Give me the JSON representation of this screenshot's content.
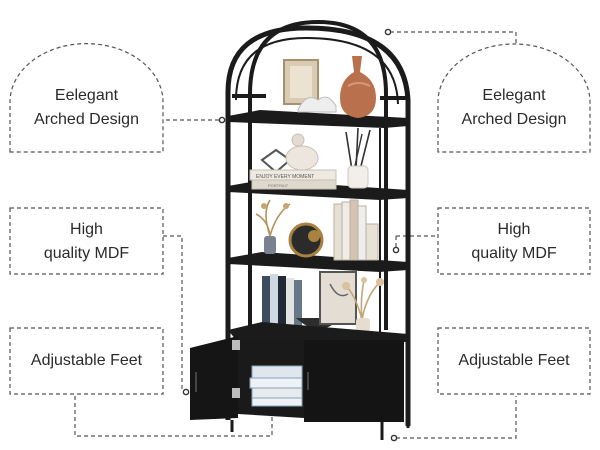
{
  "callouts": {
    "left_top": {
      "line1": "Eelegant",
      "line2": "Arched Design"
    },
    "right_top": {
      "line1": "Eelegant",
      "line2": "Arched Design"
    },
    "left_mid": {
      "line1": "High",
      "line2": "quality MDF"
    },
    "right_mid": {
      "line1": "High",
      "line2": "quality MDF"
    },
    "left_bottom": {
      "line1": "Adjustable Feet"
    },
    "right_bottom": {
      "line1": "Adjustable Feet"
    }
  },
  "book_text": {
    "line1": "ENJOY EVERY MOMENT",
    "line2": "PORTRAIT"
  },
  "colors": {
    "frame": "#1b1b1b",
    "dash": "#555555",
    "label": "#2b2b2b",
    "vase": "#b9714d",
    "gold": "#a9823f"
  },
  "icons": [
    "arched-bookshelf-illustration",
    "vase-icon",
    "plant-icon",
    "books-icon",
    "bowl-icon",
    "cabinet-icon"
  ]
}
